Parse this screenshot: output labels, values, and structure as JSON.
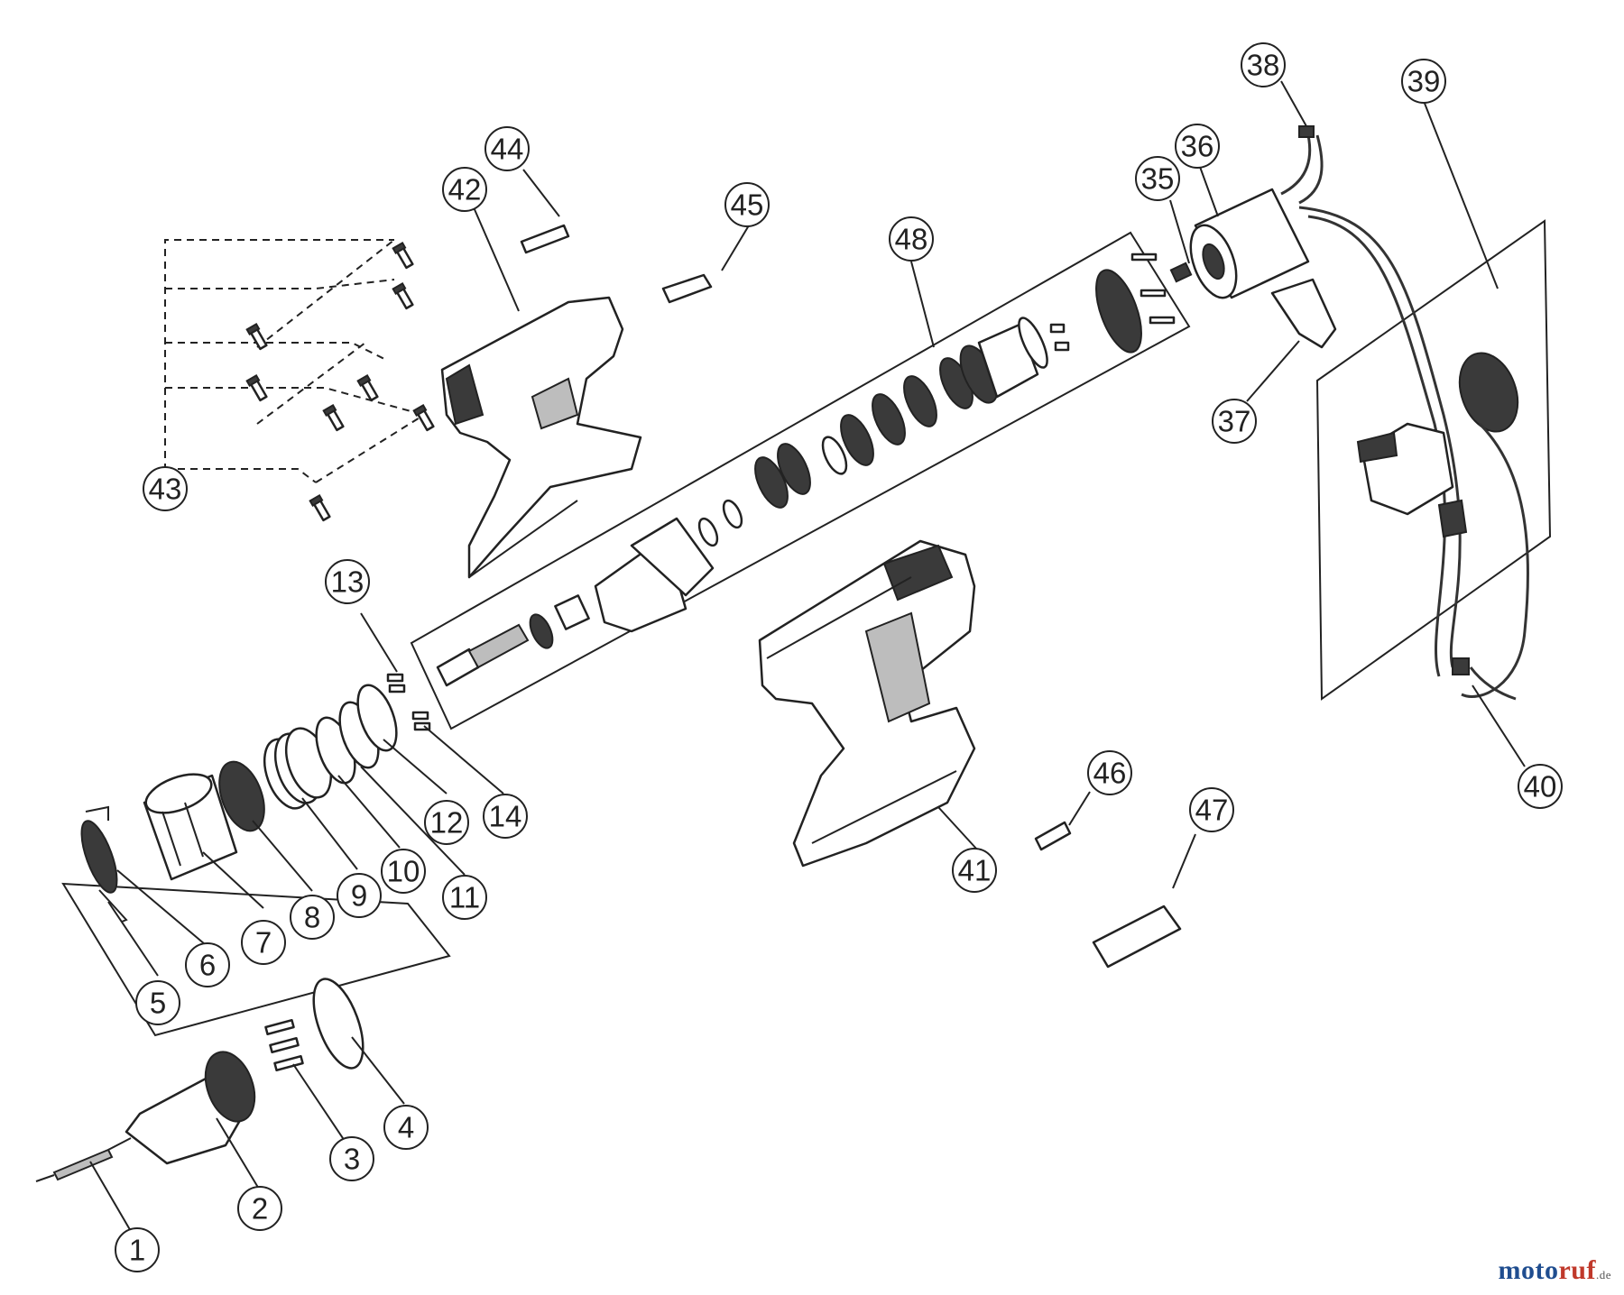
{
  "diagram": {
    "callouts": [
      "1",
      "2",
      "3",
      "4",
      "5",
      "6",
      "7",
      "8",
      "9",
      "10",
      "11",
      "12",
      "13",
      "14",
      "35",
      "36",
      "37",
      "38",
      "39",
      "40",
      "41",
      "42",
      "43",
      "44",
      "45",
      "46",
      "47",
      "48"
    ]
  },
  "watermark": {
    "part1": "moto",
    "part2": "ruf",
    "part3": ".de",
    "logo_color_primary": "#1f4d8f",
    "logo_color_accent": "#c0392b"
  }
}
